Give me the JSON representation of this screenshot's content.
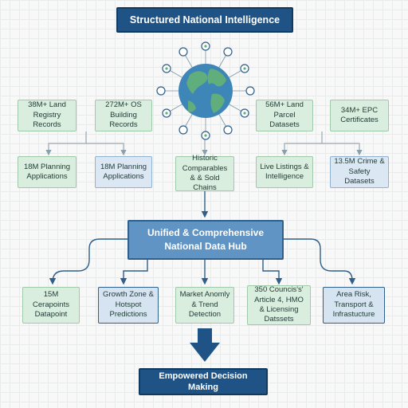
{
  "title": "Structured National Intelligence",
  "sources_top": [
    "38M+ Land Registry Records",
    "272M+ OS Building Records",
    "56M+ Land Parcel Datasets",
    "34M+ EPC Certificates"
  ],
  "sources_mid": [
    "18M Planning Applications",
    "18M Planning Applications",
    "Historic Comparables & & Sold Chains",
    "Live Listings & Intelligence",
    "13.5M Crime & Safety Datasets"
  ],
  "hub": "Unified & Comprehensive National Data Hub",
  "outputs": [
    "15M Cerapoints Datapoint",
    "Growth Zone & Hotspot Predictions",
    "Market Anomly & Trend Detection",
    "350 Councis's' Article 4, HMO & Licensing Datssets",
    "Area Risk, Transport & Infrastucture"
  ],
  "footer": "Empowered Decision Making",
  "icons": [
    "globe-icon",
    "document-icon",
    "building-icon",
    "chart-icon",
    "location-pin-icon",
    "database-icon",
    "house-icon",
    "people-icon",
    "shield-icon",
    "map-icon"
  ],
  "colors": {
    "dark_blue": "#1f5385",
    "hub_blue": "#5f94c4",
    "green_box": "#d9eede",
    "blue_box": "#d5e4f0"
  }
}
